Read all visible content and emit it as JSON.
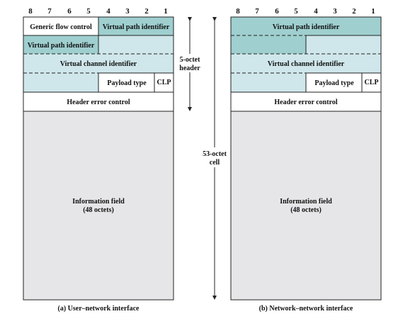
{
  "colors": {
    "teal_dark": "#9fcfcf",
    "teal_light": "#cfe7eb",
    "info_gray": "#e6e6e8",
    "white": "#ffffff",
    "line": "#222222"
  },
  "bit_numbers": [
    "8",
    "7",
    "6",
    "5",
    "4",
    "3",
    "2",
    "1"
  ],
  "uni": {
    "gfc": "Generic flow control",
    "vpi_top": "Virtual path identifier",
    "vpi_row2": "Virtual path identifier",
    "vci": "Virtual channel identifier",
    "payload_type": "Payload type",
    "clp": "CLP",
    "hec": "Header error control",
    "info_line1": "Information field",
    "info_line2": "(48 octets)",
    "caption": "(a) User–network interface"
  },
  "nni": {
    "vpi": "Virtual path identifier",
    "vci": "Virtual channel identifier",
    "payload_type": "Payload type",
    "clp": "CLP",
    "hec": "Header error control",
    "info_line1": "Information field",
    "info_line2": "(48 octets)",
    "caption": "(b) Network–network interface"
  },
  "annotations": {
    "header_line1": "5-octet",
    "header_line2": "header",
    "cell_line1": "53-octet",
    "cell_line2": "cell"
  }
}
